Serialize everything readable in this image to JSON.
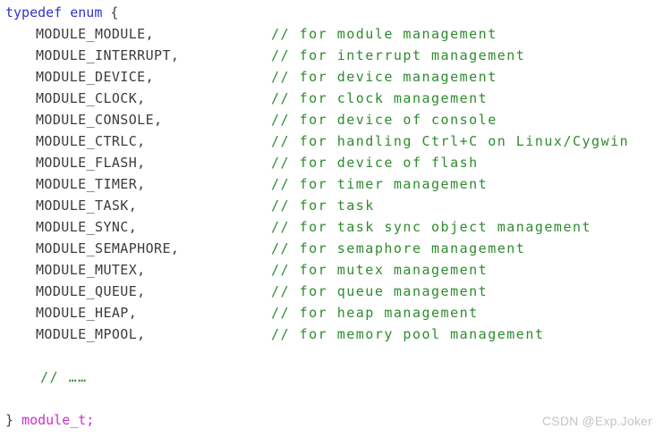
{
  "code": {
    "header": {
      "keywords": "typedef enum ",
      "brace": "{"
    },
    "members": [
      {
        "name": "MODULE_MODULE,",
        "comment": "// for module management"
      },
      {
        "name": "MODULE_INTERRUPT,",
        "comment": "// for interrupt management"
      },
      {
        "name": "MODULE_DEVICE,",
        "comment": "// for device management"
      },
      {
        "name": "MODULE_CLOCK,",
        "comment": "// for clock management"
      },
      {
        "name": "MODULE_CONSOLE,",
        "comment": "// for device of console"
      },
      {
        "name": "MODULE_CTRLC,",
        "comment": "// for handling Ctrl+C on Linux/Cygwin"
      },
      {
        "name": "MODULE_FLASH,",
        "comment": "// for device of flash"
      },
      {
        "name": "MODULE_TIMER,",
        "comment": "// for timer management"
      },
      {
        "name": "MODULE_TASK,",
        "comment": "// for task"
      },
      {
        "name": "MODULE_SYNC,",
        "comment": "// for task sync object management"
      },
      {
        "name": "MODULE_SEMAPHORE,",
        "comment": "// for semaphore management"
      },
      {
        "name": "MODULE_MUTEX,",
        "comment": "// for mutex management"
      },
      {
        "name": "MODULE_QUEUE,",
        "comment": "// for queue management"
      },
      {
        "name": "MODULE_HEAP,",
        "comment": "// for heap management"
      },
      {
        "name": "MODULE_MPOOL,",
        "comment": "// for memory pool management"
      }
    ],
    "ellipsis_comment": "// ……",
    "footer": {
      "brace": "} ",
      "type": "module_t;"
    }
  },
  "watermark": "CSDN @Exp.Joker",
  "colors": {
    "keyword_blue": "#3333cc",
    "member_gray": "#3c3c3c",
    "comment_green": "#2e8b2e",
    "type_magenta": "#cc2fcc",
    "watermark_gray": "#c4c4c4",
    "background": "#ffffff"
  }
}
